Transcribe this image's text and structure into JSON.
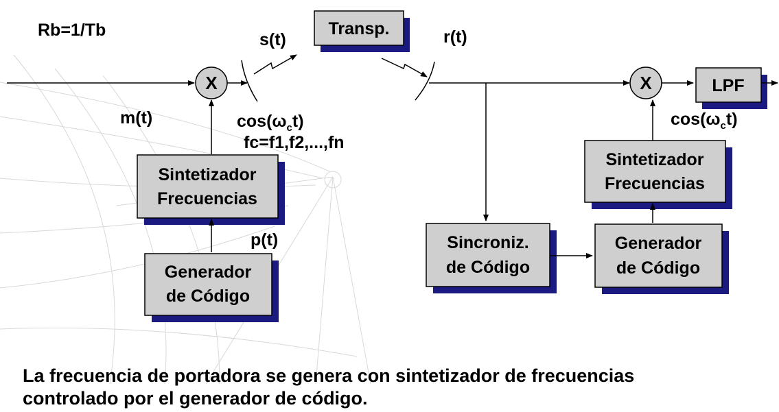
{
  "labels": {
    "rb": "Rb=1/Tb",
    "mt": "m(t)",
    "st": "s(t)",
    "rt": "r(t)",
    "pt": "p(t)",
    "fc": "fc=f1,f2,...,fn",
    "cos_prefix": "cos(ω",
    "cos_sub": "c",
    "cos_suffix": "t)"
  },
  "mixers": {
    "tx": "X",
    "rx": "X"
  },
  "blocks": {
    "transponder": "Transp.",
    "lpf": "LPF",
    "tx_synth": [
      "Sintetizador",
      "Frecuencias"
    ],
    "tx_codegen": [
      "Generador",
      "de Código"
    ],
    "rx_sync": [
      "Sincroniz.",
      "de Código"
    ],
    "rx_codegen": [
      "Generador",
      "de Código"
    ],
    "rx_synth": [
      "Sintetizador",
      "Frecuencias"
    ]
  },
  "caption": [
    "La frecuencia de portadora se genera con sintetizador de frecuencias",
    "controlado por el generador de código."
  ]
}
